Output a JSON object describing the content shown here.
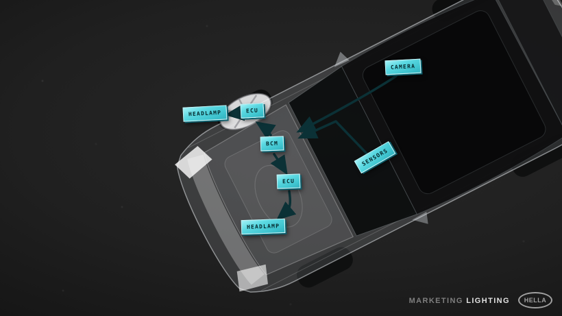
{
  "diagram": {
    "nodes": {
      "camera": {
        "label": "CAMERA"
      },
      "sensors": {
        "label": "SENSORS"
      },
      "bcm": {
        "label": "BCM"
      },
      "ecu_upper": {
        "label": "ECU"
      },
      "ecu_lower": {
        "label": "ECU"
      },
      "headlamp_upper": {
        "label": "HEADLAMP"
      },
      "headlamp_lower": {
        "label": "HEADLAMP"
      }
    },
    "colors": {
      "node_fill": "#52d5df",
      "connector": "#0b3136",
      "background": "#1e1e1e"
    }
  },
  "footer": {
    "caption_primary": "MARKETING",
    "caption_secondary": "LIGHTING",
    "logo_text": "HELLA"
  }
}
